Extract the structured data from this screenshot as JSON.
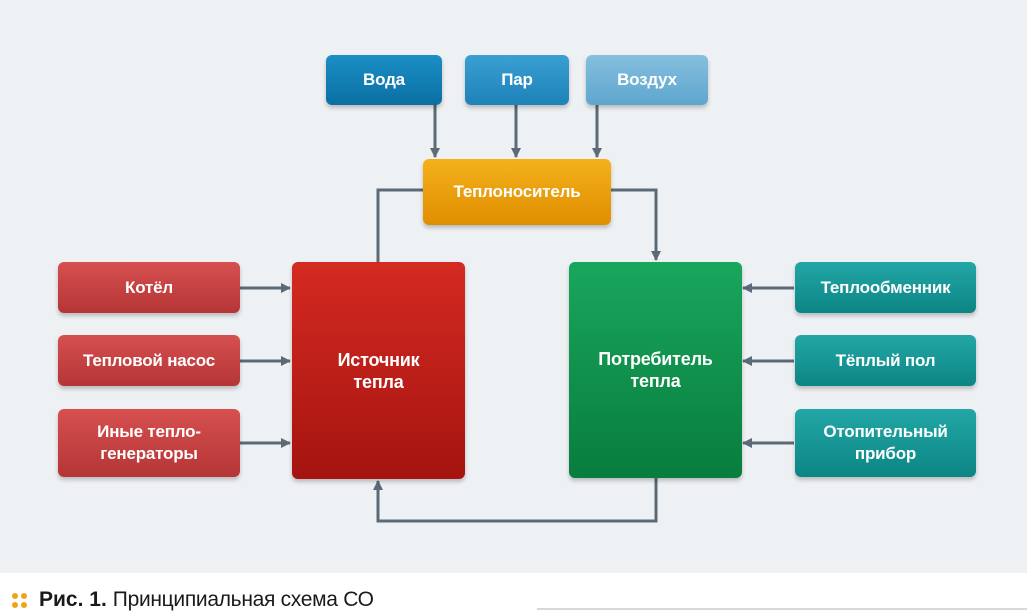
{
  "diagram": {
    "media": [
      {
        "id": "water",
        "label": "Вода"
      },
      {
        "id": "steam",
        "label": "Пар"
      },
      {
        "id": "air",
        "label": "Воздух"
      }
    ],
    "carrier": {
      "label": "Теплоноситель"
    },
    "source": {
      "label": "Источник\nтепла"
    },
    "consumer": {
      "label": "Потребитель\nтепла"
    },
    "generators": [
      {
        "id": "boiler",
        "label": "Котёл"
      },
      {
        "id": "heat-pump",
        "label": "Тепловой насос"
      },
      {
        "id": "other-generators",
        "label": "Иные тепло-\nгенераторы"
      }
    ],
    "consumers": [
      {
        "id": "heat-exchanger",
        "label": "Теплообменник"
      },
      {
        "id": "warm-floor",
        "label": "Тёплый пол"
      },
      {
        "id": "radiator",
        "label": "Отопительный\nприбор"
      }
    ],
    "colors": {
      "media": "#0b6fa2",
      "carrier": "#f4b11c",
      "source": "#d42a22",
      "consumer": "#19a65c",
      "generators": "#c84343",
      "consumers": "#129696",
      "wires": "#5b6a76"
    }
  },
  "caption": {
    "figure": "Рис. 1.",
    "text": "Принципиальная схема СО"
  }
}
